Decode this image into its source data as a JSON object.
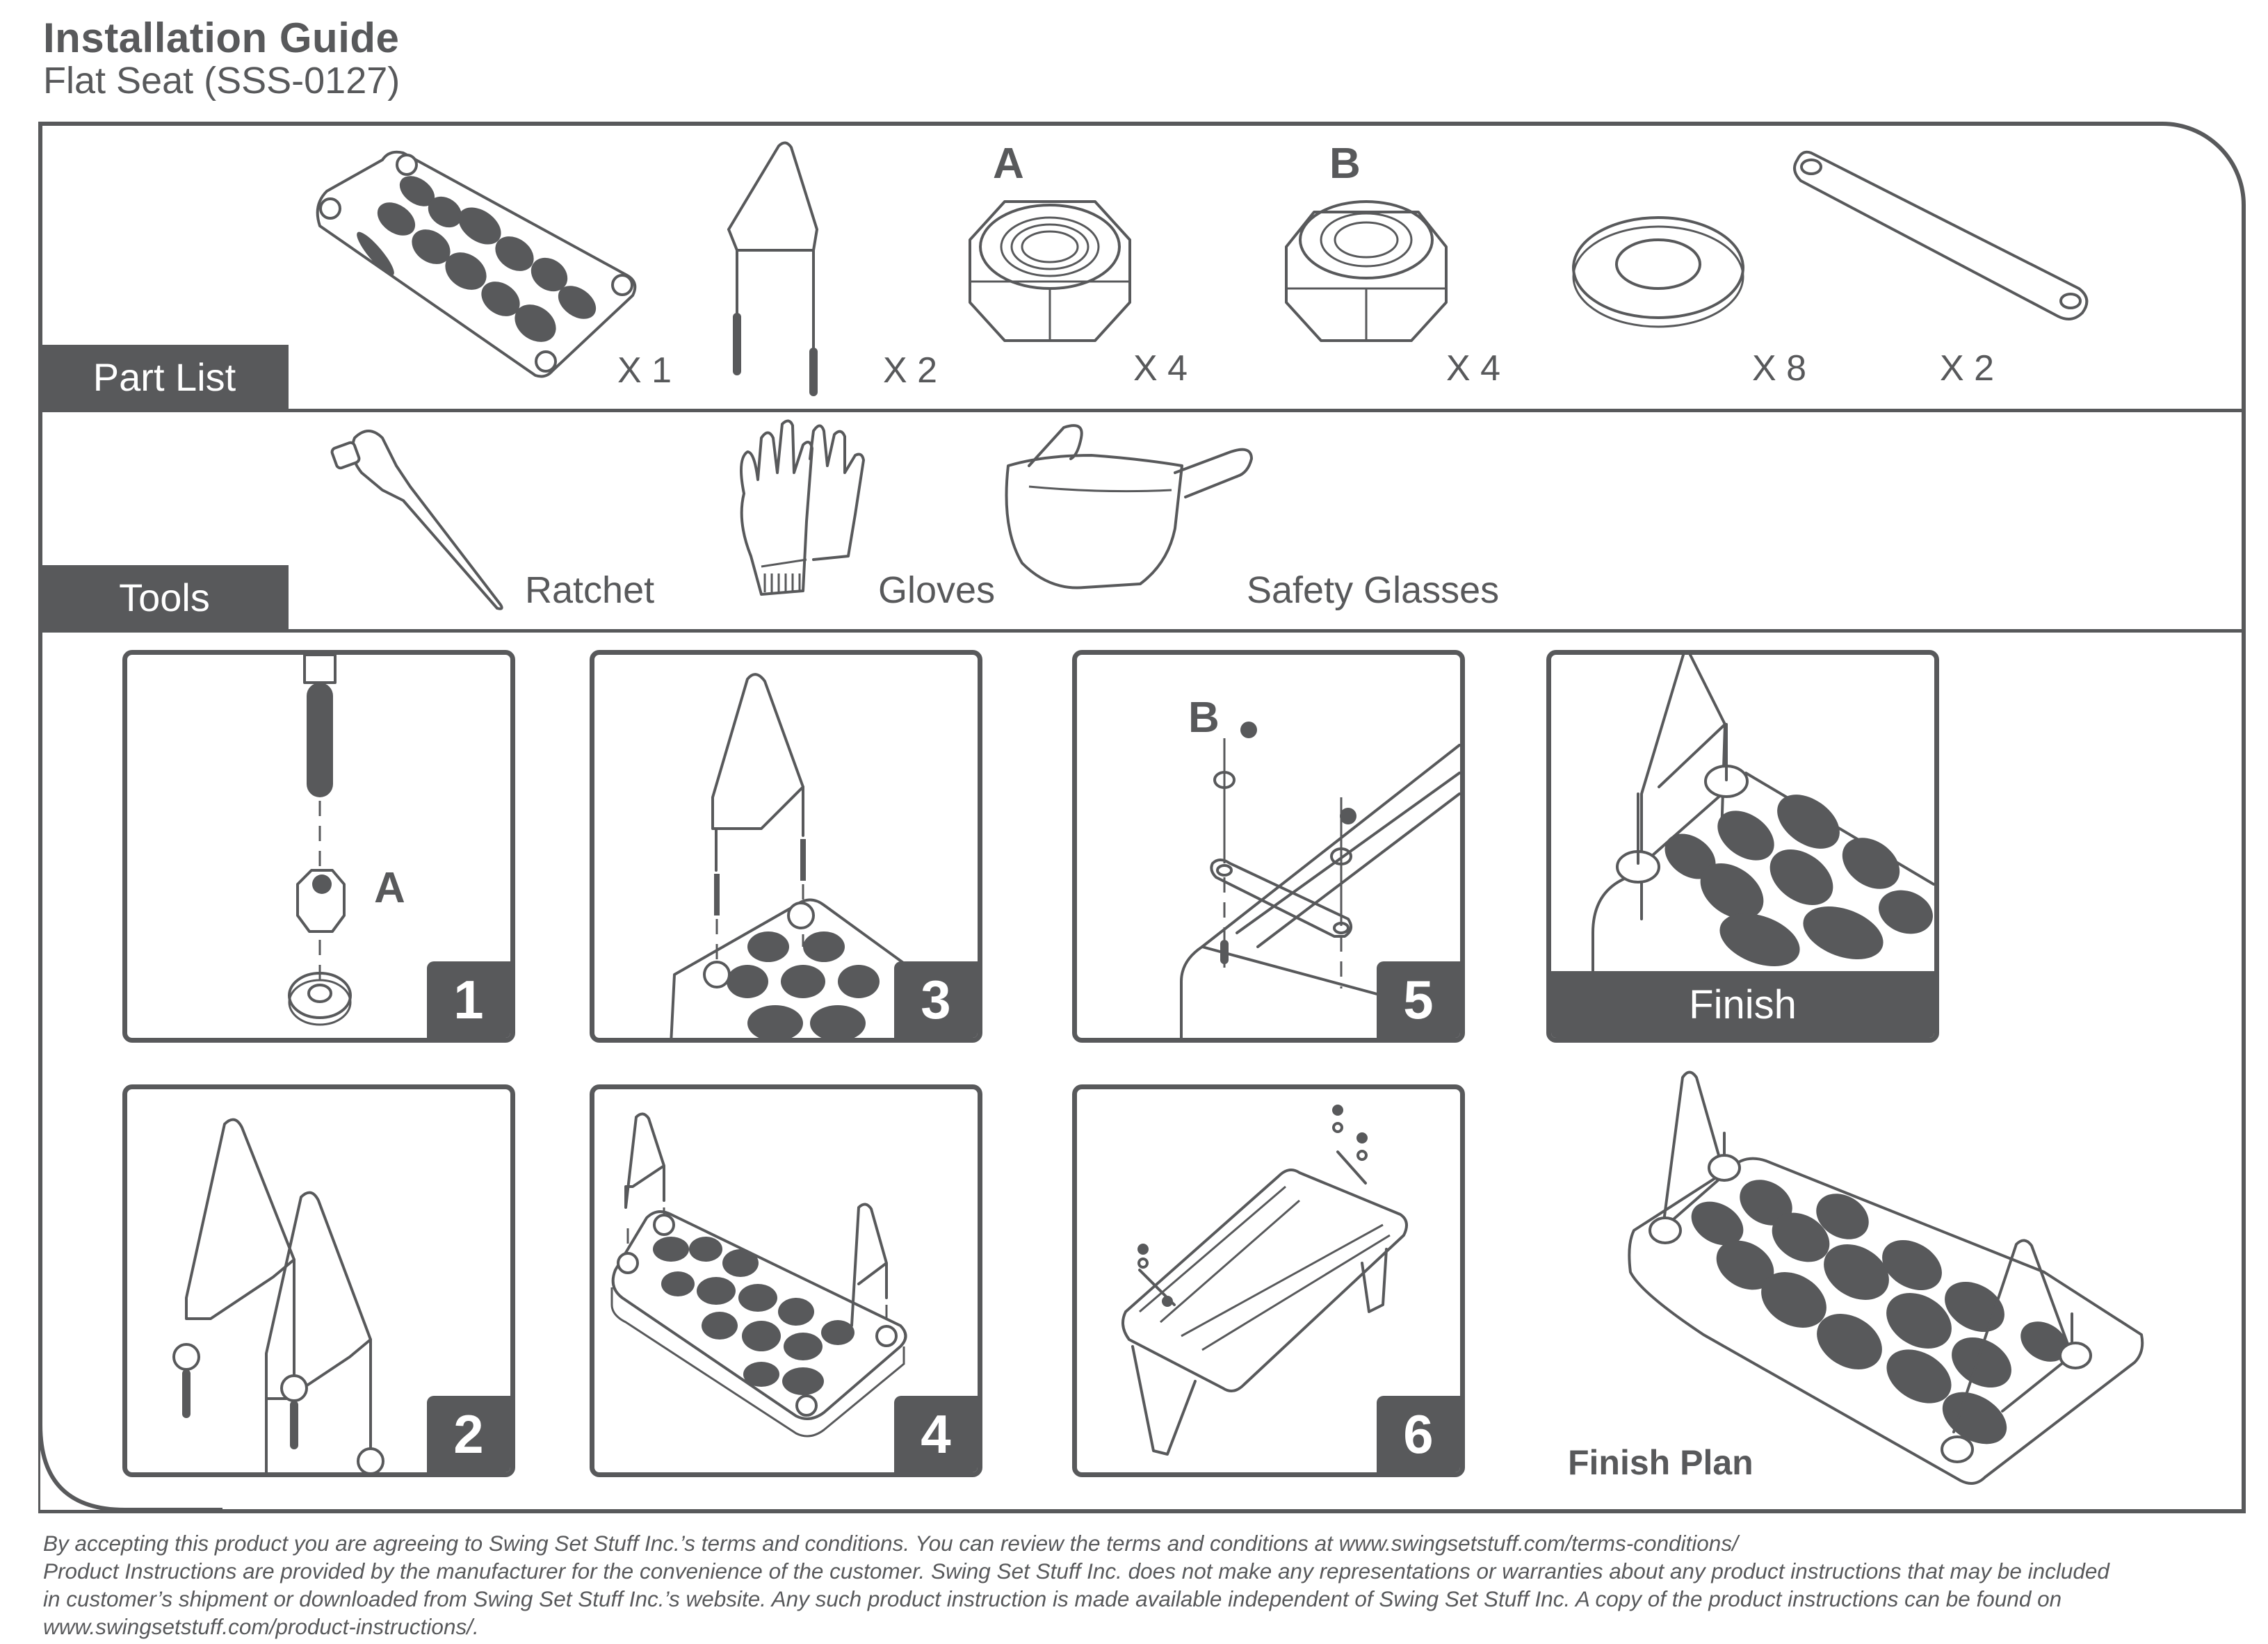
{
  "header": {
    "title": "Installation Guide",
    "subtitle": "Flat Seat (SSS-0127)"
  },
  "part_list": {
    "label": "Part List",
    "items": [
      {
        "name": "seat",
        "icon": "swing-seat-icon",
        "quantity": "X 1"
      },
      {
        "name": "triangle bracket",
        "icon": "triangle-bracket-icon",
        "quantity": "X 2"
      },
      {
        "name": "nut A",
        "letter": "A",
        "icon": "hex-nut-icon",
        "quantity": "X 4"
      },
      {
        "name": "nut B",
        "letter": "B",
        "icon": "lock-nut-icon",
        "quantity": "X 4"
      },
      {
        "name": "washer",
        "icon": "washer-icon",
        "quantity": "X 8"
      },
      {
        "name": "strap",
        "icon": "strap-plate-icon",
        "quantity": "X 2"
      }
    ]
  },
  "tools": {
    "label": "Tools",
    "items": [
      {
        "name": "Ratchet",
        "icon": "ratchet-icon"
      },
      {
        "name": "Gloves",
        "icon": "gloves-icon"
      },
      {
        "name": "Safety Glasses",
        "icon": "safety-glasses-icon"
      }
    ]
  },
  "steps": [
    {
      "number": "1",
      "letter": "A"
    },
    {
      "number": "2"
    },
    {
      "number": "3"
    },
    {
      "number": "4"
    },
    {
      "number": "5",
      "letter": "B"
    },
    {
      "number": "6"
    }
  ],
  "finish": {
    "label": "Finish",
    "plan_label": "Finish Plan"
  },
  "footer": {
    "lines": [
      "By accepting this product you are agreeing to Swing Set Stuff Inc.’s terms and conditions. You can review the terms and conditions at www.swingsetstuff.com/terms-conditions/",
      "Product Instructions are provided by the manufacturer for the convenience of the customer. Swing Set Stuff Inc. does not make any representations or warranties about any product instructions that may be included",
      "in customer’s shipment or downloaded from Swing Set Stuff Inc.’s website. Any such product instruction is made available independent of Swing Set Stuff Inc.  A copy of the product instructions can be found on",
      "www.swingsetstuff.com/product-instructions/."
    ]
  },
  "colors": {
    "ink": "#58595b",
    "background": "#ffffff"
  }
}
